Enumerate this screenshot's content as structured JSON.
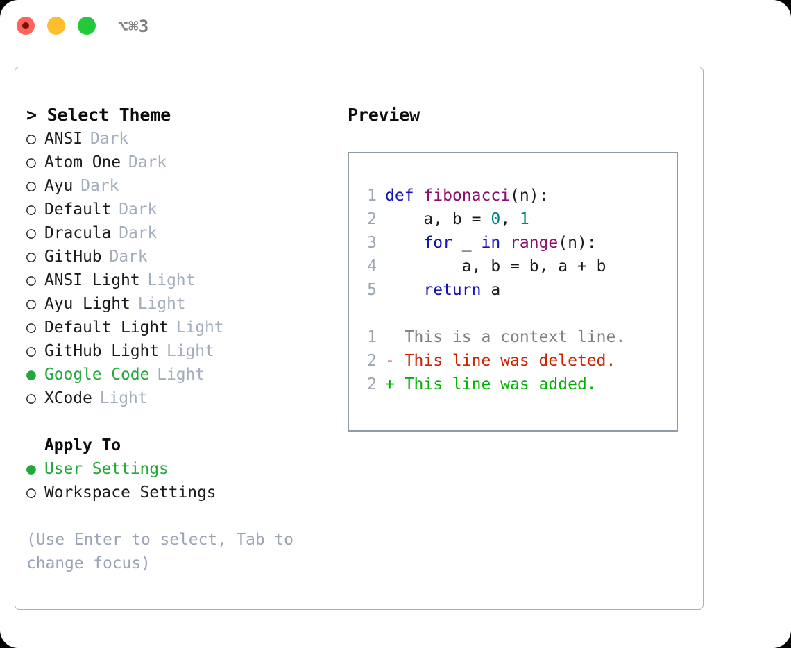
{
  "titlebar": {
    "shortcut": "⌥⌘3",
    "lights": [
      "close-red",
      "minimize-yellow",
      "maximize-green"
    ]
  },
  "colors": {
    "accent_green": "#22a83a",
    "diff_add": "#00b300",
    "diff_del": "#cc2200",
    "muted": "#a3aebd",
    "hint": "#9aa5b8",
    "keyword": "#1414b4",
    "function": "#8a0f6e",
    "number": "#008284",
    "border": "#8f9bab"
  },
  "theme_picker": {
    "title": "> Select Theme",
    "items": [
      {
        "marker": "○",
        "label": "ANSI",
        "tag": "Dark",
        "selected": false
      },
      {
        "marker": "○",
        "label": "Atom One",
        "tag": "Dark",
        "selected": false
      },
      {
        "marker": "○",
        "label": "Ayu",
        "tag": "Dark",
        "selected": false
      },
      {
        "marker": "○",
        "label": "Default",
        "tag": "Dark",
        "selected": false
      },
      {
        "marker": "○",
        "label": "Dracula",
        "tag": "Dark",
        "selected": false
      },
      {
        "marker": "○",
        "label": "GitHub",
        "tag": "Dark",
        "selected": false
      },
      {
        "marker": "○",
        "label": "ANSI Light",
        "tag": "Light",
        "selected": false
      },
      {
        "marker": "○",
        "label": "Ayu Light",
        "tag": "Light",
        "selected": false
      },
      {
        "marker": "○",
        "label": "Default Light",
        "tag": "Light",
        "selected": false
      },
      {
        "marker": "○",
        "label": "GitHub Light",
        "tag": "Light",
        "selected": false
      },
      {
        "marker": "●",
        "label": "Google Code",
        "tag": "Light",
        "selected": true
      },
      {
        "marker": "○",
        "label": "XCode",
        "tag": "Light",
        "selected": false
      }
    ]
  },
  "apply_to": {
    "title": "Apply To",
    "items": [
      {
        "marker": "●",
        "label": "User Settings",
        "selected": true
      },
      {
        "marker": "○",
        "label": "Workspace Settings",
        "selected": false
      }
    ]
  },
  "hint": "(Use Enter to select, Tab to change focus)",
  "preview": {
    "title": "Preview",
    "code_lines": [
      {
        "ln": "1",
        "tokens": [
          {
            "t": "kw",
            "v": "def"
          },
          {
            "t": "pl",
            "v": " "
          },
          {
            "t": "fn",
            "v": "fibonacci"
          },
          {
            "t": "pl",
            "v": "(n):"
          }
        ]
      },
      {
        "ln": "2",
        "tokens": [
          {
            "t": "pl",
            "v": "    a, b = "
          },
          {
            "t": "num",
            "v": "0"
          },
          {
            "t": "pl",
            "v": ", "
          },
          {
            "t": "num",
            "v": "1"
          }
        ]
      },
      {
        "ln": "3",
        "tokens": [
          {
            "t": "pl",
            "v": "    "
          },
          {
            "t": "kw",
            "v": "for"
          },
          {
            "t": "pl",
            "v": " _ "
          },
          {
            "t": "kw",
            "v": "in"
          },
          {
            "t": "pl",
            "v": " "
          },
          {
            "t": "fn",
            "v": "range"
          },
          {
            "t": "pl",
            "v": "(n):"
          }
        ]
      },
      {
        "ln": "4",
        "tokens": [
          {
            "t": "pl",
            "v": "        a, b = b, a + b"
          }
        ]
      },
      {
        "ln": "5",
        "tokens": [
          {
            "t": "pl",
            "v": "    "
          },
          {
            "t": "kw",
            "v": "return"
          },
          {
            "t": "pl",
            "v": " a"
          }
        ]
      }
    ],
    "diff_lines": [
      {
        "ln": "1",
        "t": "ctx",
        "v": "  This is a context line."
      },
      {
        "ln": "2",
        "t": "del",
        "v": "- This line was deleted."
      },
      {
        "ln": "2",
        "t": "add",
        "v": "+ This line was added."
      }
    ]
  }
}
